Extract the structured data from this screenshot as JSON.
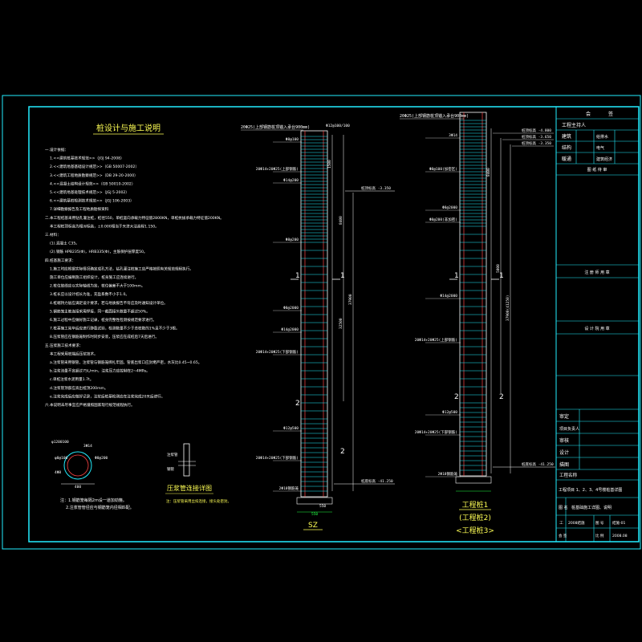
{
  "notes": {
    "title": "桩设计与施工说明",
    "lines": [
      "一.设计依据：",
      "1.<<建筑桩基技术规范>>（JGJ 94-2008）",
      "2.<<建筑地基基础设计规范>>（GB 50007-2002）",
      "3.<<建筑工程地质勘察规范>>（DB 29-20-2000）",
      "4.<<混凝土结构设计规范>>（GB 50010-2002）",
      "5.<<建筑地基处理技术规范>>（JGJ 5-2002）",
      "6.<<建筑基桩检测技术规范>>（JGJ 106-2003）",
      "7.详细勘察报告及工程地质勘探资料",
      "二.本工程桩基采用钻孔灌注桩，桩径550，单桩竖向承载力特征值2800KN，单桩抗拔承载力特征值200KN。",
      "本工程桩顶标高为相对标高，±0.000相当于天津大沽高程1.150。",
      "三.材料：",
      "(1).混凝土 C35。",
      "(2).钢筋 HPB235(Φ)，HRB335(Φ)，主筋保护层厚度50。",
      "四.桩基施工要求：",
      "1.施工时应根据实际情况确定成孔方法，钻孔灌注桩施工应严格按照有关规范规程执行。",
      "施工单位应编制施工组织设计，桩身施工应连续进行。",
      "2.桩位放线应以实际轴线为准，桩位偏差不大于100mm。",
      "3.桩长应以设计桩长为准，充盈系数不小于1.0。",
      "4.桩端持力层应满足设计要求，若与地质报告不符应及时通知设计单位。",
      "5.钢筋笼主筋连接采用焊接，同一截面接头数量不超过50%。",
      "6.施工过程中应做好施工记录，桩身完整性检测按规范要求进行。",
      "7.桩基施工完毕后应进行静载试验，检测数量不少于总桩数的1%且不少于3根。",
      "8.压浆管应在钢筋笼制作时同步安装，压浆应在成桩后7天后进行。",
      "五.压浆施工技术要求：",
      "本工程采用桩端后压浆技术。",
      "a.注浆管采用钢管，注浆管与钢筋笼绑扎牢固，管底出浆口应封堵严密，水灰比0.45~0.65。",
      "b.注浆流量不宜超过75L/min，注浆压力应控制在2~4MPa。",
      "c.单桩注浆水泥用量1.7t。",
      "d.注浆管顶部应高出桩顶200mm。",
      "e.注浆完成后应做好记录，注浆后桩基检测应在注浆完成20天后进行。",
      "六.本说明未尽事宜应严格遵照国家现行规范规程执行。"
    ],
    "circle_labels": [
      "φ1200100",
      "3Φ14",
      "φ8@100",
      "Φ8@200",
      "4Φ8"
    ],
    "dim_label": "400",
    "note_lines": [
      "注：1.钢筋笼每隔2m设一道加劲箍。",
      "2.注浆管管径应与钢筋笼内径相匹配。"
    ],
    "detail_title": "压浆管连接详图",
    "detail_note": "注：压浆管采用丝扣连接，接头处密封。",
    "detail_labels": [
      "注浆管",
      "钢管"
    ]
  },
  "pile_sz": {
    "top_label": "20Φ25(上部钢筋桩顶锚入承台900mm)",
    "top_right_label": "Φ12@100/100",
    "labels": [
      "Φ8@100",
      "20Φ14+20Φ25(上部钢筋)",
      "Φ14@200",
      "Φ8@200",
      "Φ8@2000",
      "Φ14@2000",
      "20Φ14+20Φ25(下部钢筋)",
      "Φ12@500",
      "20Φ14+20Φ25(下部钢筋)",
      "2Φ18钢筋笼"
    ],
    "elev_top": "桩顶标高 -3.350",
    "elev_bottom": "桩底标高 -41.250",
    "dims": [
      "1500",
      "8400",
      "37900",
      "32500"
    ],
    "section_marks": [
      "1",
      "1",
      "2",
      "2"
    ],
    "bottom_dims": [
      "550",
      "550"
    ],
    "name": "SZ"
  },
  "pile_gzz": {
    "top_label": "20Φ25(上部钢筋桩顶锚入承台900mm)",
    "labels": [
      "3Φ14",
      "Φ8@100(加密区)",
      "Φ8@2000",
      "Φ8@200(非加密)",
      "Φ14@2000",
      "20Φ14+20Φ25(上部钢筋)",
      "Φ12@500",
      "20Φ14+20Φ25(下部钢筋)",
      "2Φ18钢筋笼"
    ],
    "elevs": [
      "桩顶标高 -4.800",
      "桩顶标高 -3.650",
      "桩顶标高 -3.350"
    ],
    "elev_bottom": "桩底标高 -41.250",
    "dims": [
      "8400",
      "5000",
      "37900(41250)"
    ],
    "section_marks": [
      "1",
      "1",
      "2",
      "2"
    ],
    "names": [
      "工程桩1",
      "(工程桩2)",
      "<工程桩3>"
    ]
  },
  "title_block": {
    "rows": [
      {
        "a": "会",
        "b": "签"
      },
      {
        "a": "工程主持人",
        "b": ""
      },
      {
        "a": "建筑",
        "b": "给排水"
      },
      {
        "a": "结构",
        "b": "电气"
      },
      {
        "a": "暖通",
        "b": "建筑经济"
      }
    ],
    "section1": "图 纸 待 审",
    "section2": "注 册 师 用 章",
    "section3": "设 计 院 用 章",
    "sign_rows": [
      "审定",
      "项目负责人",
      "审核",
      "设计",
      "描图"
    ],
    "project_label": "工程名称",
    "project_name": "工程项目 1、2、3、4号楼桩基详图",
    "drawing_label": "图 名",
    "drawing_name": "桩基础施工详图、说明",
    "row_a": [
      "工",
      "号",
      "2008结施",
      "图 号",
      "结施-01"
    ],
    "row_b": [
      "会 签",
      "",
      "比 例",
      "日 期",
      "2008.08"
    ]
  }
}
